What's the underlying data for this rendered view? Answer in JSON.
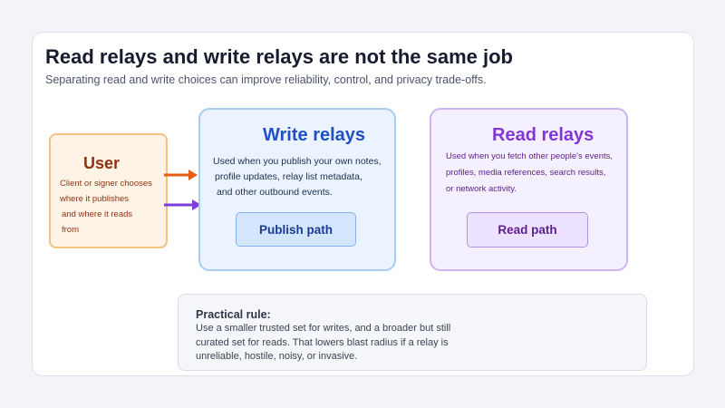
{
  "header": {
    "title": "Read relays and write relays are not the same job",
    "subtitle": "Separating read and write choices can improve reliability, control, and privacy trade-offs."
  },
  "user": {
    "title": "User",
    "lines": [
      "Client or signer chooses",
      "where it publishes",
      "and where it reads",
      "from"
    ]
  },
  "write": {
    "title": "Write relays",
    "lines": [
      "Used when you publish your own notes,",
      "profile updates, relay list metadata,",
      "and other outbound events."
    ],
    "button": "Publish path"
  },
  "read": {
    "title": "Read relays",
    "lines": [
      "Used when you fetch other people's events,",
      "profiles, media references, search results,",
      "or network activity."
    ],
    "button": "Read path"
  },
  "rule": {
    "title": "Practical rule:",
    "lines": [
      "Use a smaller trusted set for writes, and a broader but still",
      "curated set for reads. That lowers blast radius if a relay is",
      "unreliable, hostile, noisy, or invasive."
    ]
  },
  "colors": {
    "publish_arrow": "#e45d12",
    "read_arrow": "#7d3ed8"
  }
}
